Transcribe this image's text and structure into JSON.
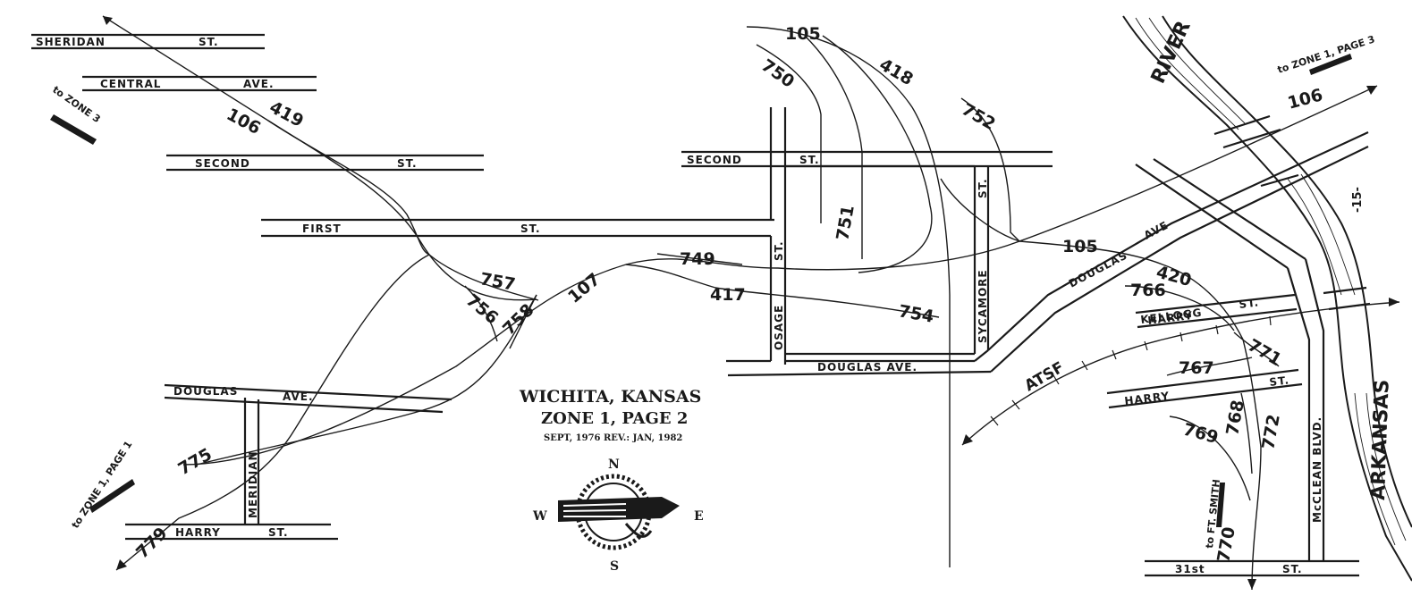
{
  "map": {
    "title": "WICHITA, KANSAS",
    "subtitle": "ZONE 1, PAGE 2",
    "dates": "SEPT, 1976   REV.: JAN, 1982",
    "page_marker": "-15-",
    "compass": {
      "n": "N",
      "s": "S",
      "e": "E",
      "w": "W"
    }
  },
  "streets": {
    "sheridan_a": "SHERIDAN",
    "sheridan_b": "ST.",
    "central_a": "CENTRAL",
    "central_b": "AVE.",
    "second_w_a": "SECOND",
    "second_w_b": "ST.",
    "first_a": "FIRST",
    "first_b": "ST.",
    "second_e_a": "SECOND",
    "second_e_b": "ST.",
    "osage": "OSAGE",
    "osage_st": "ST.",
    "sycamore": "SYCAMORE",
    "sycamore_st": "ST.",
    "douglas_c": "DOUGLAS AVE.",
    "douglas_w_a": "DOUGLAS",
    "douglas_w_b": "AVE.",
    "douglas_e_a": "DOUGLAS",
    "douglas_e_b": "AVE",
    "meridian": "MERIDIAN",
    "harry_w_a": "HARRY",
    "harry_w_b": "ST.",
    "harry_e_a": "HARRY",
    "harry_e_b": "ST.",
    "kellogg_a": "KELLOGG",
    "kellogg_b": "ST.",
    "mclean": "McCLEAN BLVD.",
    "st31_a": "31st",
    "st31_b": "ST."
  },
  "features": {
    "river_a": "RIVER",
    "river_b": "ARKANSAS",
    "atsf": "ATSF"
  },
  "directions": {
    "zone3": "to ZONE 3",
    "zone1p3": "to ZONE 1, PAGE 3",
    "zone1p1": "to ZONE 1, PAGE 1",
    "ftsmith": "to FT. SMITH"
  },
  "track_labels": {
    "t106a": "106",
    "t419": "419",
    "t105a": "105",
    "t750": "750",
    "t418": "418",
    "t752": "752",
    "t106b": "106",
    "t751": "751",
    "t749": "749",
    "t417": "417",
    "t754": "754",
    "t757": "757",
    "t756": "756",
    "t758": "758",
    "t107": "107",
    "t105b": "105",
    "t420": "420",
    "t766": "766",
    "t771": "771",
    "t767": "767",
    "t769": "769",
    "t768": "768",
    "t772": "772",
    "t770": "770",
    "t775": "775",
    "t779": "779"
  }
}
